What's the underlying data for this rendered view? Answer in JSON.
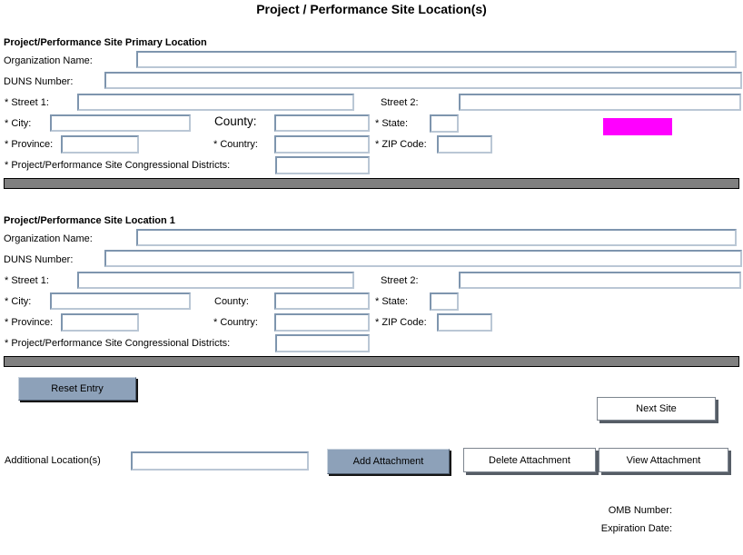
{
  "title": "Project / Performance Site Location(s)",
  "colors": {
    "highlight_magenta": "#ff00ff",
    "separator_gray": "#808080",
    "button_steel_blue": "#8da1b9",
    "input_border_blue": "#7e95ae"
  },
  "sections": [
    {
      "header": "Project/Performance Site Primary Location",
      "labels": {
        "organization_name": "Organization Name:",
        "duns_number": "DUNS Number:",
        "street1": "* Street 1:",
        "street2": "Street 2:",
        "city": "* City:",
        "county": "County:",
        "state": "* State:",
        "province": "* Province:",
        "country": "* Country:",
        "zip_code": "* ZIP Code:",
        "congressional_districts": "* Project/Performance Site Congressional Districts:"
      },
      "values": {
        "organization_name": "",
        "duns_number": "",
        "street1": "",
        "street2": "",
        "city": "",
        "county": "",
        "state": "",
        "province": "",
        "country": "",
        "zip_code": "",
        "congressional_districts": ""
      }
    },
    {
      "header": "Project/Performance Site Location 1",
      "labels": {
        "organization_name": "Organization Name:",
        "duns_number": "DUNS Number:",
        "street1": "* Street 1:",
        "street2": "Street 2:",
        "city": "* City:",
        "county": "County:",
        "state": "* State:",
        "province": "* Province:",
        "country": "* Country:",
        "zip_code": "* ZIP Code:",
        "congressional_districts": "* Project/Performance Site Congressional Districts:"
      },
      "values": {
        "organization_name": "",
        "duns_number": "",
        "street1": "",
        "street2": "",
        "city": "",
        "county": "",
        "state": "",
        "province": "",
        "country": "",
        "zip_code": "",
        "congressional_districts": ""
      }
    }
  ],
  "buttons": {
    "reset_entry": "Reset Entry",
    "next_site": "Next Site",
    "add_attachment": "Add Attachment",
    "delete_attachment": "Delete Attachment",
    "view_attachment": "View Attachment"
  },
  "additional_locations": {
    "label": "Additional Location(s)",
    "value": ""
  },
  "footer": {
    "omb_number_label": "OMB Number:",
    "expiration_date_label": "Expiration Date:"
  }
}
